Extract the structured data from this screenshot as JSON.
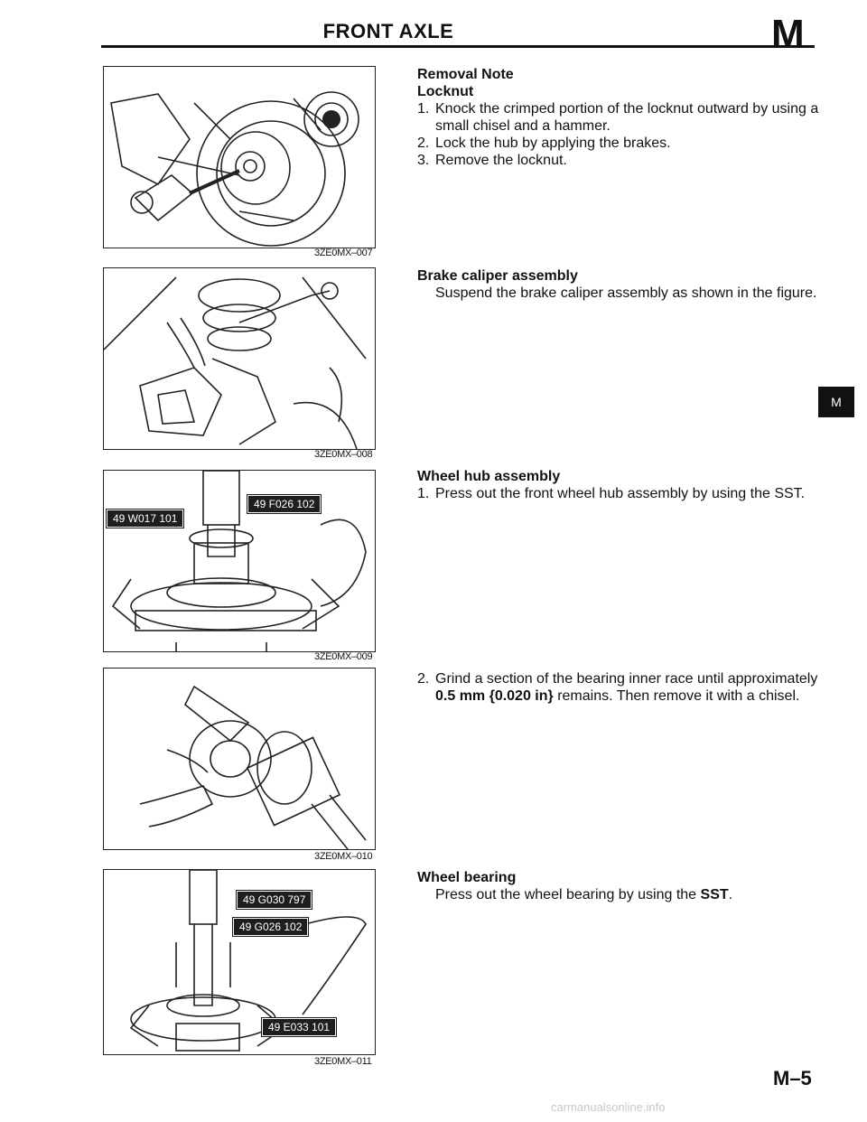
{
  "header": {
    "title": "FRONT AXLE",
    "mark": "M"
  },
  "side_tab": "M",
  "page_number": "M–5",
  "watermark": "carmanualsonline.info",
  "figures": [
    {
      "code": "3ZE0MX–007",
      "callouts": []
    },
    {
      "code": "3ZE0MX–008",
      "callouts": []
    },
    {
      "code": "3ZE0MX–009",
      "callouts": [
        "49 F026 102",
        "49 W017 101"
      ]
    },
    {
      "code": "3ZE0MX–010",
      "callouts": []
    },
    {
      "code": "3ZE0MX–011",
      "callouts": [
        "49 G030 797",
        "49 G026 102",
        "49 E033 101"
      ]
    }
  ],
  "sections": {
    "removal": {
      "heading": "Removal Note",
      "subheading": "Locknut",
      "steps": [
        {
          "num": "1.",
          "text": "Knock the crimped portion of the locknut outward by using a small chisel and a hammer."
        },
        {
          "num": "2.",
          "text": "Lock the hub by applying the brakes."
        },
        {
          "num": "3.",
          "text": "Remove the locknut."
        }
      ]
    },
    "caliper": {
      "heading": "Brake caliper assembly",
      "text": "Suspend the brake caliper assembly as shown in the figure."
    },
    "hub": {
      "heading": "Wheel hub assembly",
      "step1": {
        "num": "1.",
        "text": "Press out the front wheel hub assembly by using the SST."
      },
      "step2": {
        "num": "2.",
        "text_before": "Grind a section of the bearing inner race until approximately ",
        "text_bold": "0.5 mm {0.020 in}",
        "text_after": " remains. Then remove it with a chisel."
      }
    },
    "bearing": {
      "heading": "Wheel bearing",
      "text_before": "Press out the wheel bearing by using the ",
      "text_bold": "SST",
      "text_after": "."
    }
  }
}
